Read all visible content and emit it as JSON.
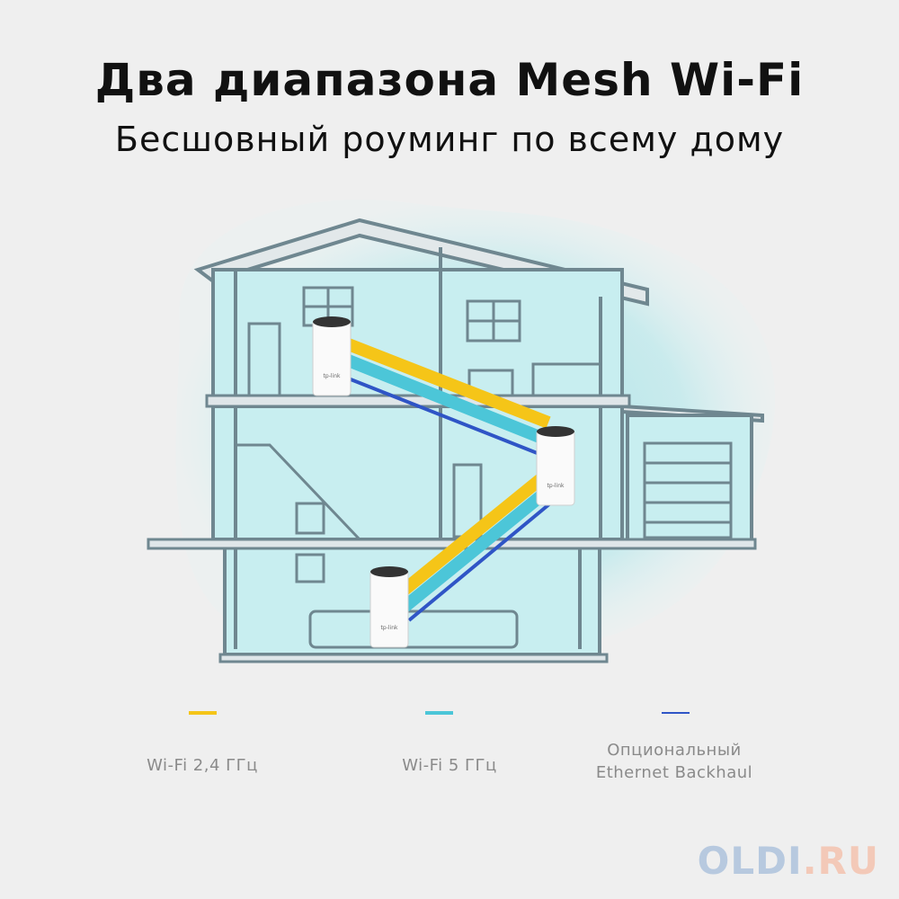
{
  "header": {
    "title": "Два диапазона Mesh Wi-Fi",
    "subtitle": "Бесшовный роуминг по всему дому"
  },
  "device": {
    "brand_mark": "tp-link"
  },
  "legend": [
    {
      "label": "Wi-Fi 2,4 ГГц",
      "color": "#f5c518"
    },
    {
      "label": "Wi-Fi 5 ГГц",
      "color": "#4cc6d8"
    },
    {
      "label_line1": "Опциональный",
      "label_line2": "Ethernet Backhaul",
      "color": "#2f55c6"
    }
  ],
  "watermark": {
    "part1": "OLDI",
    "part2": ".RU"
  },
  "colors": {
    "background": "#efefef",
    "house_fill": "#c8eef0",
    "glow": "#a9e4e8",
    "house_stroke": "#6f8790"
  }
}
